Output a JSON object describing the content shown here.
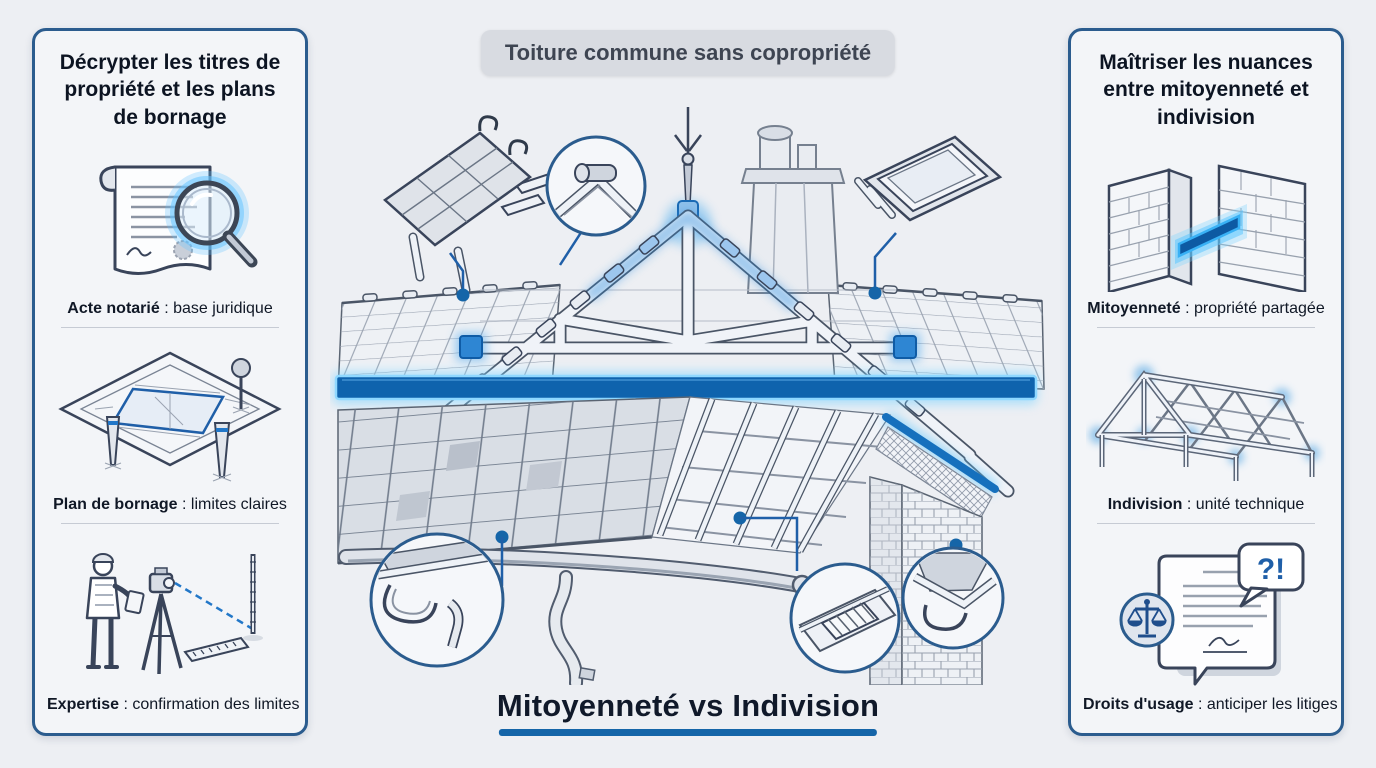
{
  "colors": {
    "background": "#edeff3",
    "accent": "#1565a8",
    "glow": "#55c3ff",
    "panel_border": "#2b5c8e",
    "banner_bg": "#d8dbe1",
    "footer_underline": "#1565a8"
  },
  "banner": {
    "label": "Toiture commune sans copropriété"
  },
  "left_panel": {
    "title": "Décrypter les titres de propriété et les plans de bornage",
    "items": [
      {
        "icon": "notary-deed-magnifier",
        "term": "Acte notarié",
        "definition": " : base juridique"
      },
      {
        "icon": "boundary-survey-plan",
        "term": "Plan de bornage",
        "definition": " : limites claires"
      },
      {
        "icon": "surveyor-theodolite",
        "term": "Expertise",
        "definition": " : confirmation des limites"
      }
    ]
  },
  "right_panel": {
    "title": "Maîtriser les nuances entre mitoyenneté et indivision",
    "items": [
      {
        "icon": "party-wall-shared-beam",
        "term": "Mitoyenneté",
        "definition": " : propriété partagée"
      },
      {
        "icon": "roof-truss-frame",
        "term": "Indivision",
        "definition": " : unité technique"
      },
      {
        "icon": "legal-document-scales",
        "term": "Droits d'usage",
        "definition": " : anticiper les litiges",
        "bubble": "?!"
      }
    ]
  },
  "footer": {
    "title": "Mitoyenneté vs Indivision"
  }
}
